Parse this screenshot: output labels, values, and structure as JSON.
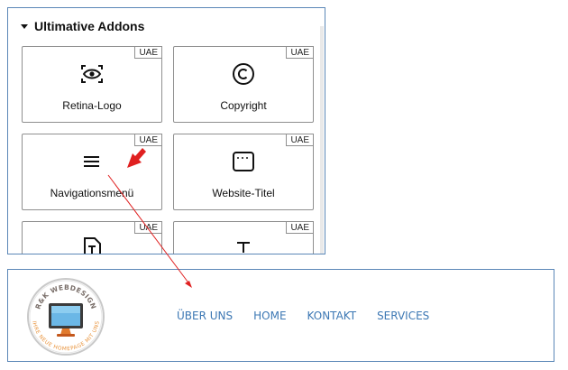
{
  "panel": {
    "title": "Ultimative Addons",
    "tiles": [
      {
        "label": "Retina-Logo",
        "badge": "UAE",
        "icon": "eye-frame-icon"
      },
      {
        "label": "Copyright",
        "badge": "UAE",
        "icon": "copyright-icon"
      },
      {
        "label": "Navigationsmenü",
        "badge": "UAE",
        "icon": "hamburger-menu-icon"
      },
      {
        "label": "Website-Titel",
        "badge": "UAE",
        "icon": "browser-window-icon"
      },
      {
        "label": "",
        "badge": "UAE",
        "icon": "document-text-icon"
      },
      {
        "label": "",
        "badge": "UAE",
        "icon": "text-format-icon"
      }
    ]
  },
  "preview": {
    "logo": {
      "top_text": "R&K WEBDESIGN",
      "bottom_text": "IHRE NEUE HOMEPAGE MIT UNS"
    },
    "menu": [
      "ÜBER UNS",
      "HOME",
      "KONTAKT",
      "SERVICES"
    ]
  },
  "colors": {
    "panel_border": "#5b87b7",
    "menu_link": "#3d78b4",
    "annotation": "#e02020"
  }
}
